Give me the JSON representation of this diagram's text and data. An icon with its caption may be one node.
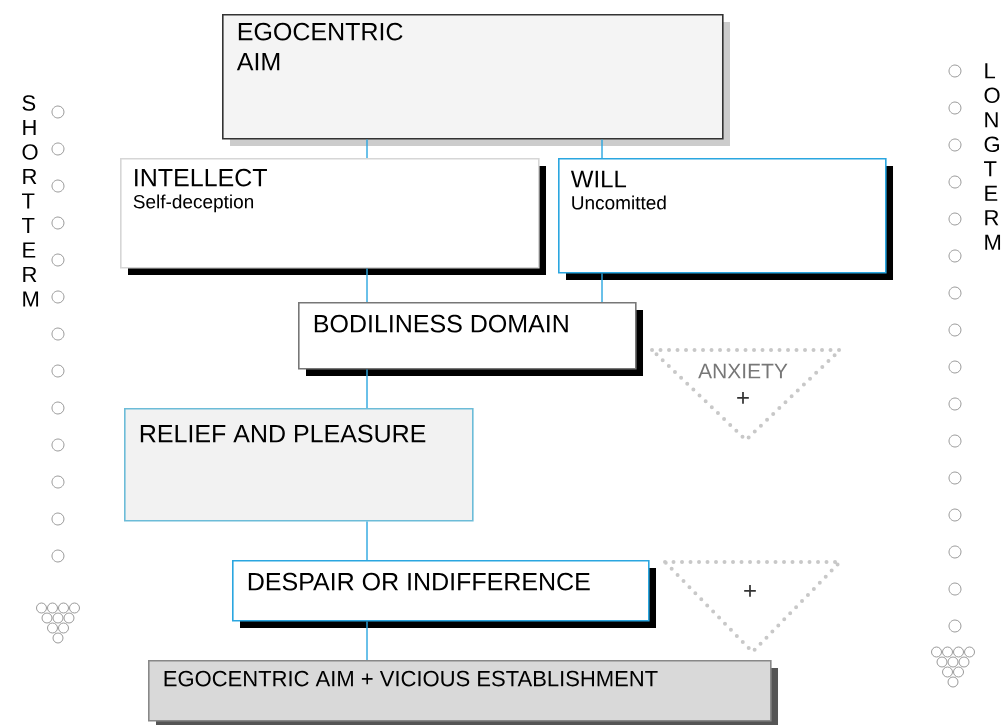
{
  "diagram": {
    "nodes": [
      {
        "text": [
          "EGOCENTRIC AIM"
        ]
      },
      {
        "text": [
          "INTELLECT",
          "Self-deception"
        ]
      },
      {
        "text": [
          "WILL",
          "Uncomitted"
        ]
      },
      {
        "text": [
          "BODILINESS DOMAIN"
        ]
      },
      {
        "text": [
          "ANXIETY",
          "+"
        ]
      },
      {
        "text": [
          "RELIEF AND PLEASURE"
        ]
      },
      {
        "text": [
          "DESPAIR OR  INDIFFERENCE"
        ]
      },
      {
        "text": [
          "+"
        ]
      },
      {
        "text": [
          "EGOCENTRIC AIM + VICIOUS ESTABLISHMENT"
        ]
      }
    ],
    "edges": [
      {
        "from": 0,
        "to": 1,
        "arrow": "none"
      },
      {
        "from": 0,
        "to": 2,
        "arrow": "none"
      },
      {
        "from": 1,
        "to": 3,
        "arrow": "none"
      },
      {
        "from": 2,
        "to": 3,
        "arrow": "none"
      },
      {
        "from": 3,
        "to": 5,
        "arrow": "none"
      },
      {
        "from": 5,
        "to": 6,
        "arrow": "none"
      },
      {
        "from": 6,
        "to": 8,
        "arrow": "none"
      }
    ],
    "labels": [
      "SHORT TERM",
      "LONG TERM"
    ]
  }
}
